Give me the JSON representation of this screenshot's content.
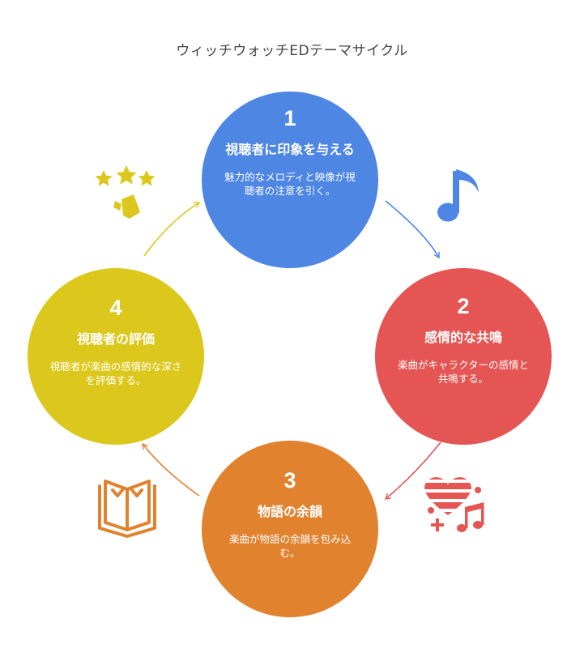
{
  "title": "ウィッチウォッチEDテーマサイクル",
  "colors": {
    "step1": "#4e86e4",
    "step2": "#e45553",
    "step3": "#e0822e",
    "step4": "#dcc81c"
  },
  "steps": [
    {
      "number": "1",
      "heading": "視聴者に印象を与える",
      "description": "魅力的なメロディと映像が視聴者の注意を引く。",
      "icon": "music-note-icon"
    },
    {
      "number": "2",
      "heading": "感情的な共鳴",
      "description": "楽曲がキャラクターの感情と共鳴する。",
      "icon": "heart-music-icon"
    },
    {
      "number": "3",
      "heading": "物語の余韻",
      "description": "楽曲が物語の余韻を包み込む。",
      "icon": "open-book-icon"
    },
    {
      "number": "4",
      "heading": "視聴者の評価",
      "description": "視聴者が楽曲の感情的な深さを評価する。",
      "icon": "stars-rating-icon"
    }
  ]
}
